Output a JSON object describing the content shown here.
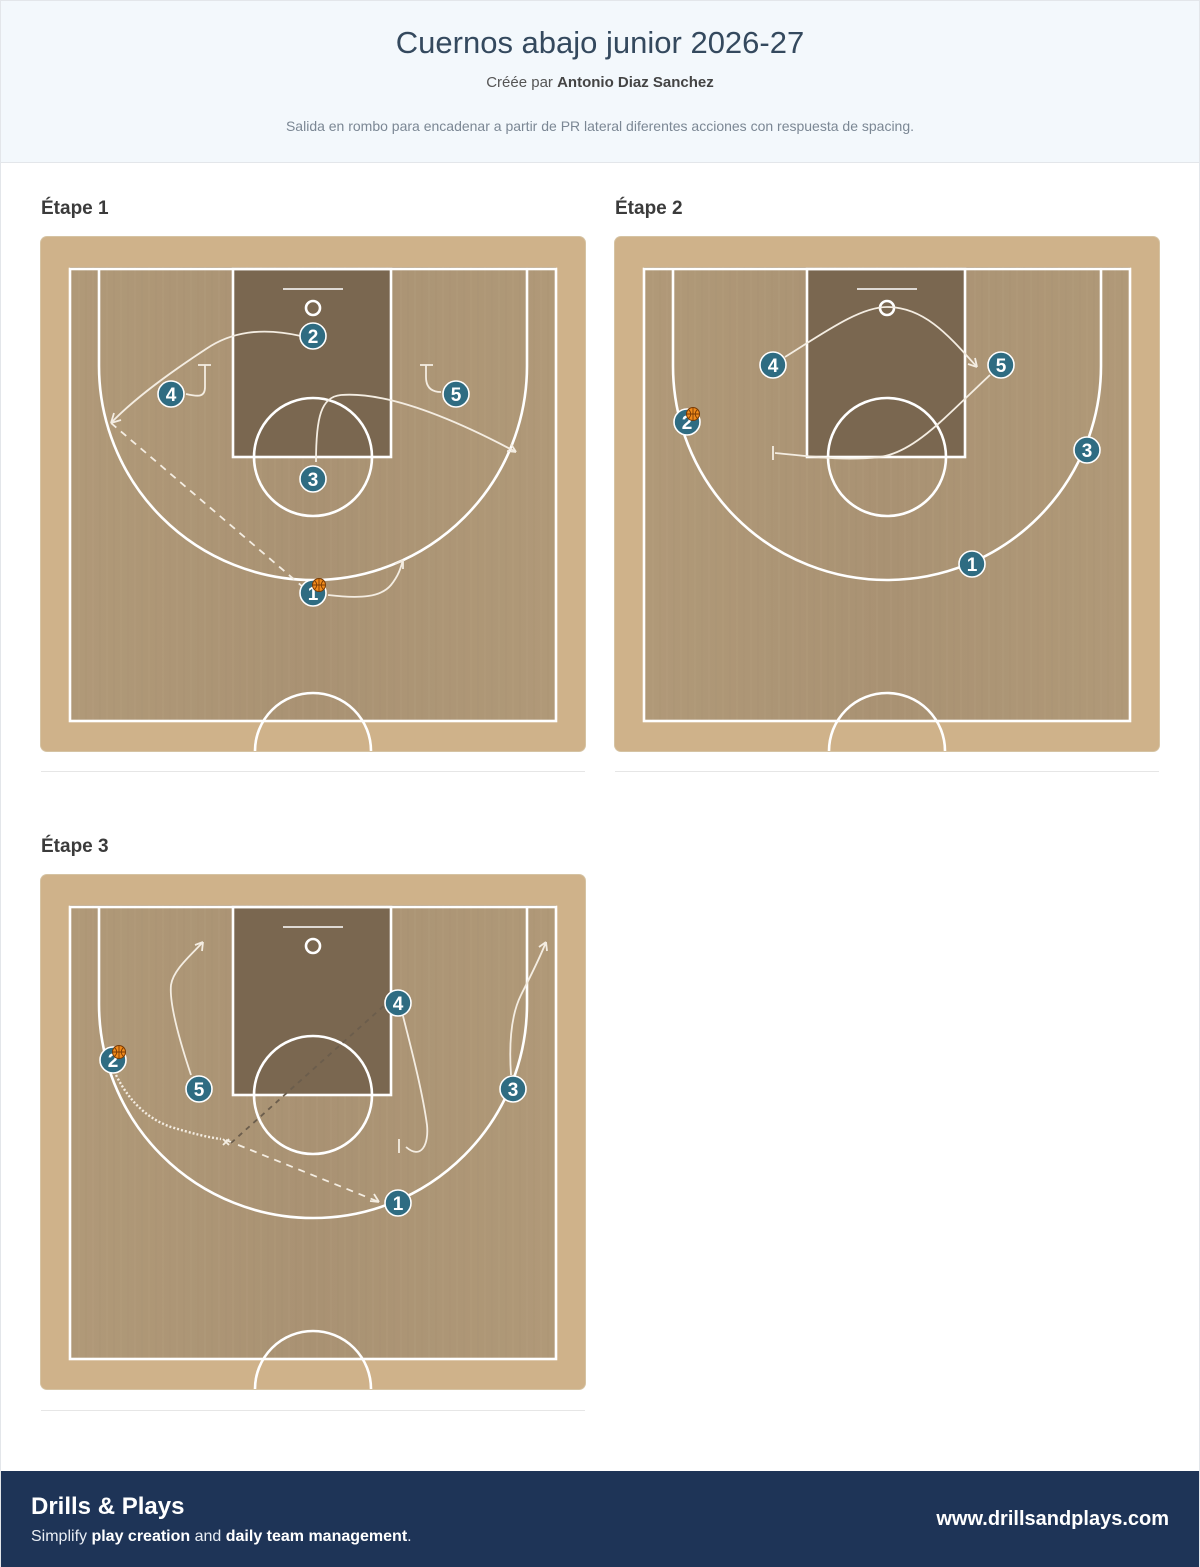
{
  "header": {
    "title": "Cuernos abajo junior 2026-27",
    "author_prefix": "Créée par",
    "author_name": "Antonio Diaz Sanchez",
    "description": "Salida en rombo para encadenar a partir de PR lateral diferentes acciones con respuesta de spacing."
  },
  "steps": [
    {
      "title": "Étape 1",
      "players": [
        "1",
        "2",
        "3",
        "4",
        "5"
      ],
      "ball_handler": "1"
    },
    {
      "title": "Étape 2",
      "players": [
        "1",
        "2",
        "3",
        "4",
        "5"
      ],
      "ball_handler": "2"
    },
    {
      "title": "Étape 3",
      "players": [
        "1",
        "2",
        "3",
        "4",
        "5"
      ],
      "ball_handler": "2"
    }
  ],
  "footer": {
    "brand": "Drills & Plays",
    "tagline_1": "Simplify ",
    "tagline_b1": "play creation",
    "tagline_2": " and ",
    "tagline_b2": "daily team management",
    "tagline_3": ".",
    "website": "www.drillsandplays.com"
  },
  "colors": {
    "player_fill": "#2f6c82",
    "court_wood": "#b09978",
    "paint": "#7a6750",
    "header_bg": "#f3f8fc",
    "footer_bg": "#1e3457"
  },
  "icons": [
    "basketball-icon",
    "hoop-icon"
  ]
}
